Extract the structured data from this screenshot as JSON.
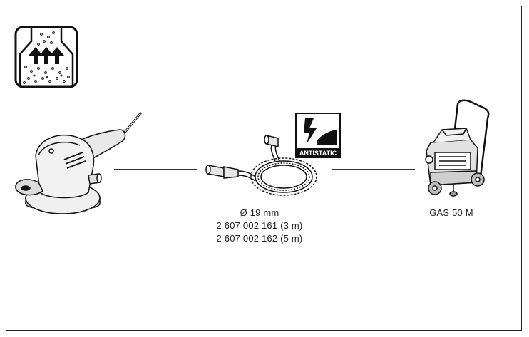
{
  "antistatic_label": "ANTISTATIC",
  "hose": {
    "diameter": "Ø 19 mm",
    "part_numbers": [
      "2 607 002 161 (3 m)",
      "2 607 002 162 (5 m)"
    ]
  },
  "vacuum": {
    "model": "GAS 50 M"
  },
  "icons": [
    "dust-extraction-icon",
    "orbital-sander-icon",
    "extraction-hose-icon",
    "antistatic-icon",
    "vacuum-cleaner-icon"
  ]
}
